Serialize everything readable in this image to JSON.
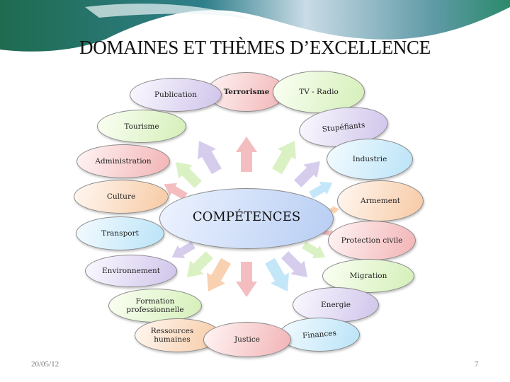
{
  "title": "DOMAINES ET THÈMES D’EXCELLENCE",
  "center": "COMPÉTENCES",
  "domains": {
    "publication": "Publication",
    "terrorisme": "Terrorisme",
    "tv_radio": "TV - Radio",
    "tourisme": "Tourisme",
    "stupefiants": "Stupéfiants",
    "industrie": "Industrie",
    "administration": "Administration",
    "armement": "Armement",
    "culture": "Culture",
    "transport": "Transport",
    "protection_civile": "Protection civile",
    "environnement": "Environnement",
    "migration": "Migration",
    "formation_1": "Formation",
    "formation_2": "professionnelle",
    "energie": "Energie",
    "ressources_1": "Ressources",
    "ressources_2": "humaines",
    "finances": "Finances",
    "justice": "Justice"
  },
  "footer": {
    "date": "20/05/12",
    "page": "7"
  },
  "colors": {
    "purple": "#cfc4ea",
    "red": "#f2b3b5",
    "green": "#d4efb8",
    "blue": "#b9e3f7",
    "orange": "#f7c9a3"
  }
}
